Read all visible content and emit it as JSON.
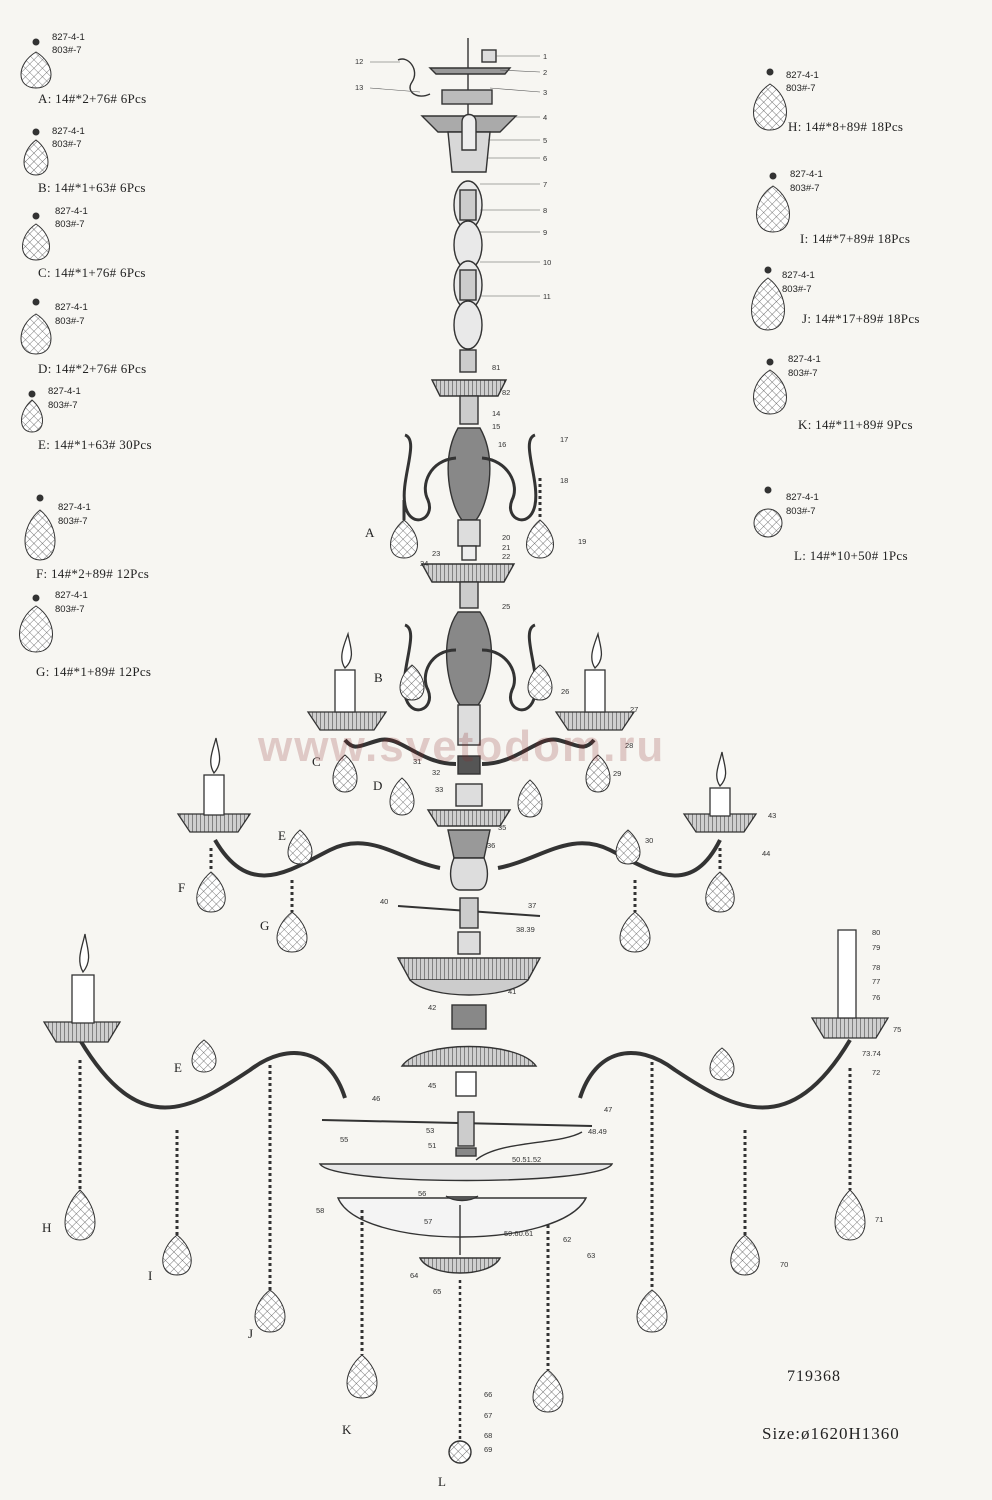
{
  "legend_left": [
    {
      "code1": "827-4-1",
      "code2": "803#-7",
      "label": "A:  14#*2+76#   6Pcs"
    },
    {
      "code1": "827-4-1",
      "code2": "803#-7",
      "label": "B:  14#*1+63#   6Pcs"
    },
    {
      "code1": "827-4-1",
      "code2": "803#-7",
      "label": "C:  14#*1+76#   6Pcs"
    },
    {
      "code1": "827-4-1",
      "code2": "803#-7",
      "label": "D:  14#*2+76#   6Pcs"
    },
    {
      "code1": "827-4-1",
      "code2": "803#-7",
      "label": "E:  14#*1+63#   30Pcs"
    },
    {
      "code1": "827-4-1",
      "code2": "803#-7",
      "label": "F:  14#*2+89#   12Pcs"
    },
    {
      "code1": "827-4-1",
      "code2": "803#-7",
      "label": "G:  14#*1+89#   12Pcs"
    }
  ],
  "legend_right": [
    {
      "code1": "827-4-1",
      "code2": "803#-7",
      "label": "H:  14#*8+89#   18Pcs"
    },
    {
      "code1": "827-4-1",
      "code2": "803#-7",
      "label": "I:  14#*7+89#   18Pcs"
    },
    {
      "code1": "827-4-1",
      "code2": "803#-7",
      "label": "J:  14#*17+89#   18Pcs"
    },
    {
      "code1": "827-4-1",
      "code2": "803#-7",
      "label": "K:  14#*11+89#   9Pcs"
    },
    {
      "code1": "827-4-1",
      "code2": "803#-7",
      "label": "L:  14#*10+50#   1Pcs"
    }
  ],
  "model_number": "719368",
  "size_text": "Size:ø1620H1360",
  "watermark": "www.svetodom.ru",
  "assembly_letters": [
    "A",
    "B",
    "C",
    "D",
    "E",
    "F",
    "G",
    "E",
    "H",
    "I",
    "J",
    "K",
    "L"
  ],
  "part_numbers": [
    "1",
    "2",
    "3",
    "4",
    "5",
    "6",
    "7",
    "8",
    "9",
    "10",
    "11",
    "12",
    "13",
    "14",
    "15",
    "16",
    "17",
    "18",
    "19",
    "20",
    "21",
    "22",
    "23",
    "24",
    "25",
    "26",
    "27",
    "28",
    "29",
    "30",
    "31",
    "32",
    "33",
    "35",
    "36",
    "37",
    "38.39",
    "40",
    "41",
    "42",
    "43",
    "44",
    "45",
    "46",
    "47",
    "48.49",
    "50.51.52",
    "51",
    "53",
    "55",
    "56",
    "57",
    "58",
    "59.60.61",
    "62",
    "63",
    "64",
    "65",
    "66",
    "67",
    "68",
    "69",
    "70",
    "71",
    "72",
    "73.74",
    "75",
    "76",
    "77",
    "78",
    "79",
    "80",
    "81",
    "82"
  ]
}
